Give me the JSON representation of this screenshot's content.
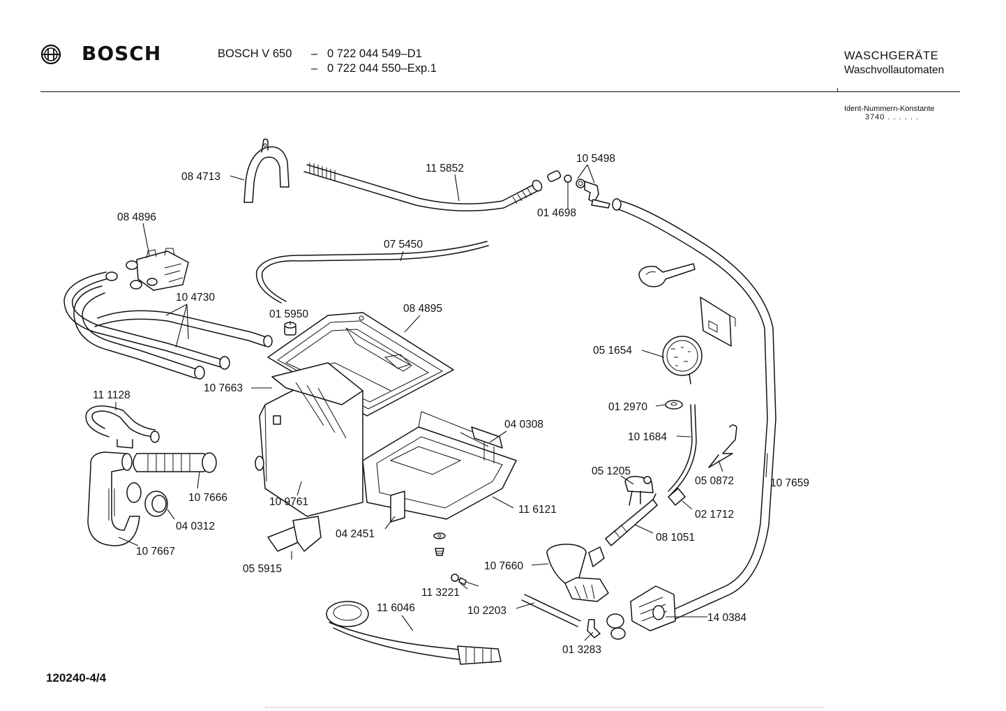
{
  "header": {
    "brand": "BOSCH",
    "model_prefix": "BOSCH  V 650",
    "dash_1": "–",
    "dash_2": "–",
    "part_number_1": "0 722 044 549–D1",
    "part_number_2": "0 722 044 550–Exp.1",
    "category": "WASCHGERÄTE",
    "subcategory": "Waschvollautomaten",
    "ident_label": "Ident-Nummern-Konstante",
    "ident_value": "3740  . .   . . . ."
  },
  "document_number": "120240-4/4",
  "part_labels": [
    "08 4713",
    "11 5852",
    "10 5498",
    "01 4698",
    "08 4896",
    "07 5450",
    "10 4730",
    "01 5950",
    "08 4895",
    "05 1654",
    "10 7663",
    "11 1128",
    "04 0308",
    "01 2970",
    "10 1684",
    "05 1205",
    "05 0872",
    "10 7659",
    "10 7666",
    "10 9761",
    "11 6121",
    "02 1712",
    "04 0312",
    "04 2451",
    "08 1051",
    "10 7667",
    "05 5915",
    "10 7660",
    "11 3221",
    "11 6046",
    "10 2203",
    "14 0384",
    "01 3283"
  ]
}
